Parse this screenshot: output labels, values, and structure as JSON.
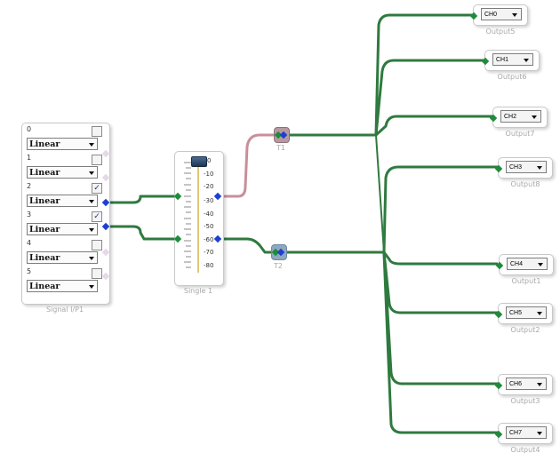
{
  "signal_block": {
    "caption": "Signal I/P1",
    "channels": [
      {
        "index": "0",
        "mode": "Linear",
        "checked": false
      },
      {
        "index": "1",
        "mode": "Linear",
        "checked": false
      },
      {
        "index": "2",
        "mode": "Linear",
        "checked": true
      },
      {
        "index": "3",
        "mode": "Linear",
        "checked": true
      },
      {
        "index": "4",
        "mode": "Linear",
        "checked": false
      },
      {
        "index": "5",
        "mode": "Linear",
        "checked": false
      }
    ],
    "check_glyph": "✓"
  },
  "fader_block": {
    "caption": "Single 1",
    "ticks": [
      "0",
      "-10",
      "-20",
      "-30",
      "-40",
      "-50",
      "-60",
      "-70",
      "-80"
    ]
  },
  "junctions": [
    {
      "caption": "T1"
    },
    {
      "caption": "T2"
    }
  ],
  "outputs": [
    {
      "channel": "CH0",
      "caption": "Output5"
    },
    {
      "channel": "CH1",
      "caption": "Output6"
    },
    {
      "channel": "CH2",
      "caption": "Output7"
    },
    {
      "channel": "CH3",
      "caption": "Output8"
    },
    {
      "channel": "CH4",
      "caption": "Output1"
    },
    {
      "channel": "CH5",
      "caption": "Output2"
    },
    {
      "channel": "CH6",
      "caption": "Output3"
    },
    {
      "channel": "CH7",
      "caption": "Output4"
    }
  ],
  "colors": {
    "wire_green": "#2f7a3f",
    "wire_pink": "#c98f9a",
    "port_green": "#1e8c3a",
    "port_blue": "#1f3fd0"
  }
}
